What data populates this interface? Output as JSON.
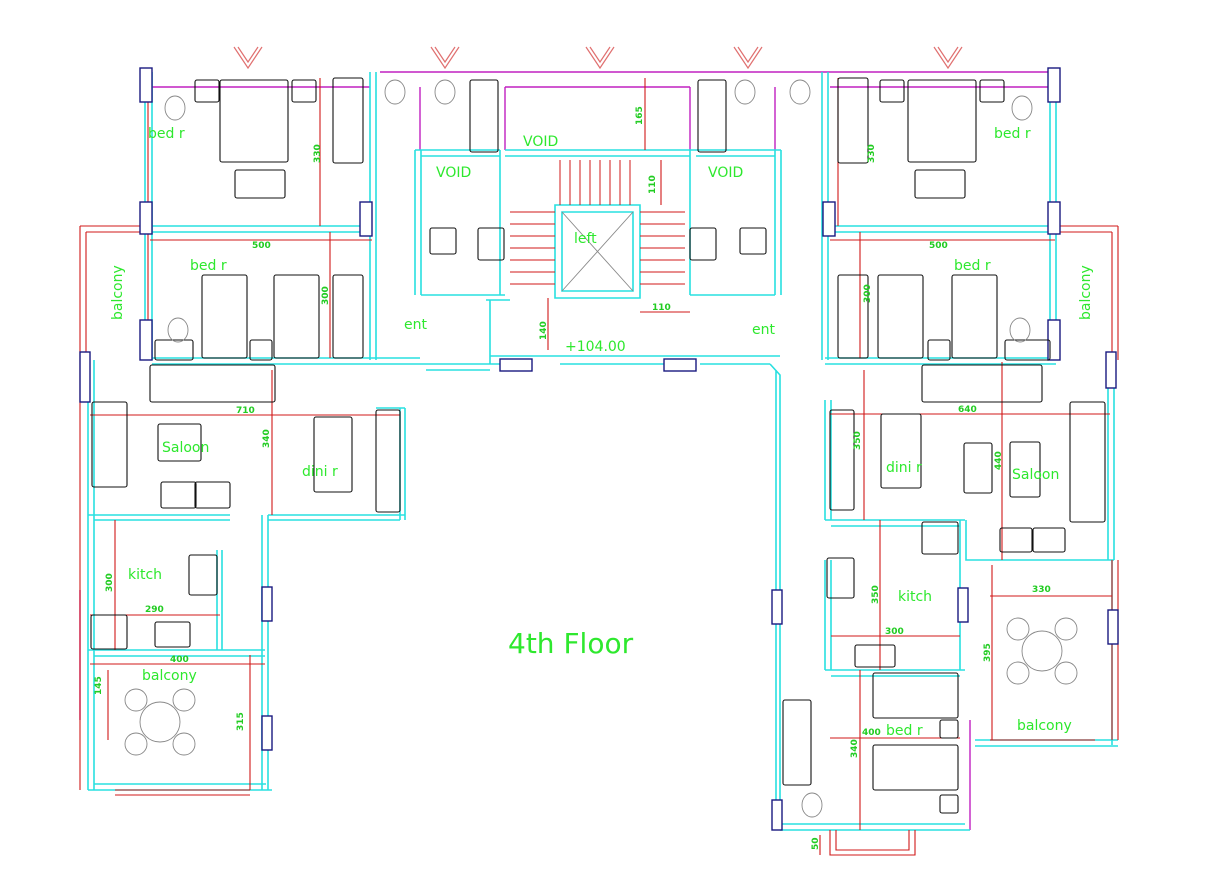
{
  "title": "4th Floor",
  "level": "+104.00",
  "rooms": {
    "bed_tl": "bed r",
    "bed_ml": "bed r",
    "bed_tr": "bed r",
    "bed_mr": "bed r",
    "bed_br": "bed r",
    "balcony_l": "balcony",
    "balcony_r": "balcony",
    "balcony_bl": "balcony",
    "balcony_br": "balcony",
    "void_top": "VOID",
    "void_l": "VOID",
    "void_r": "VOID",
    "lift": "left",
    "ent_l": "ent",
    "ent_r": "ent",
    "saloon_l": "Saloon",
    "saloon_r": "Saloon",
    "dining_l": "dini r",
    "dining_r": "dini r",
    "kitchen_l": "kitch",
    "kitchen_r": "kitch"
  },
  "dims": {
    "d330_l": "330",
    "d165": "165",
    "d110_v": "110",
    "d110_h": "110",
    "d500_l": "500",
    "d300_l": "300",
    "d140": "140",
    "d710": "710",
    "d340_l": "340",
    "d300_kl": "300",
    "d290": "290",
    "d400_l": "400",
    "d145": "145",
    "d315": "315",
    "d330_r": "330",
    "d500_r": "500",
    "d300_r": "300",
    "d640": "640",
    "d350_r": "350",
    "d440": "440",
    "d350_k": "350",
    "d300_k": "300",
    "d330_b": "330",
    "d395": "395",
    "d400_r": "400",
    "d340_r": "340",
    "d50": "50"
  },
  "colors": {
    "wall": "#28e0e0",
    "dimension": "#d01818",
    "label": "#2ee82e",
    "window": "#1a1a80"
  }
}
